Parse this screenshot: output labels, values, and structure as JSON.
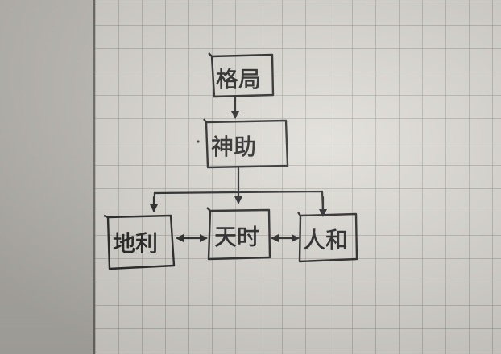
{
  "nodes": {
    "top": {
      "label": "格局"
    },
    "middle": {
      "label": "神助"
    },
    "left": {
      "label": "地利"
    },
    "center": {
      "label": "天时"
    },
    "right": {
      "label": "人和"
    }
  },
  "colors": {
    "ink": "#222222",
    "paper": "#dedbd5"
  }
}
